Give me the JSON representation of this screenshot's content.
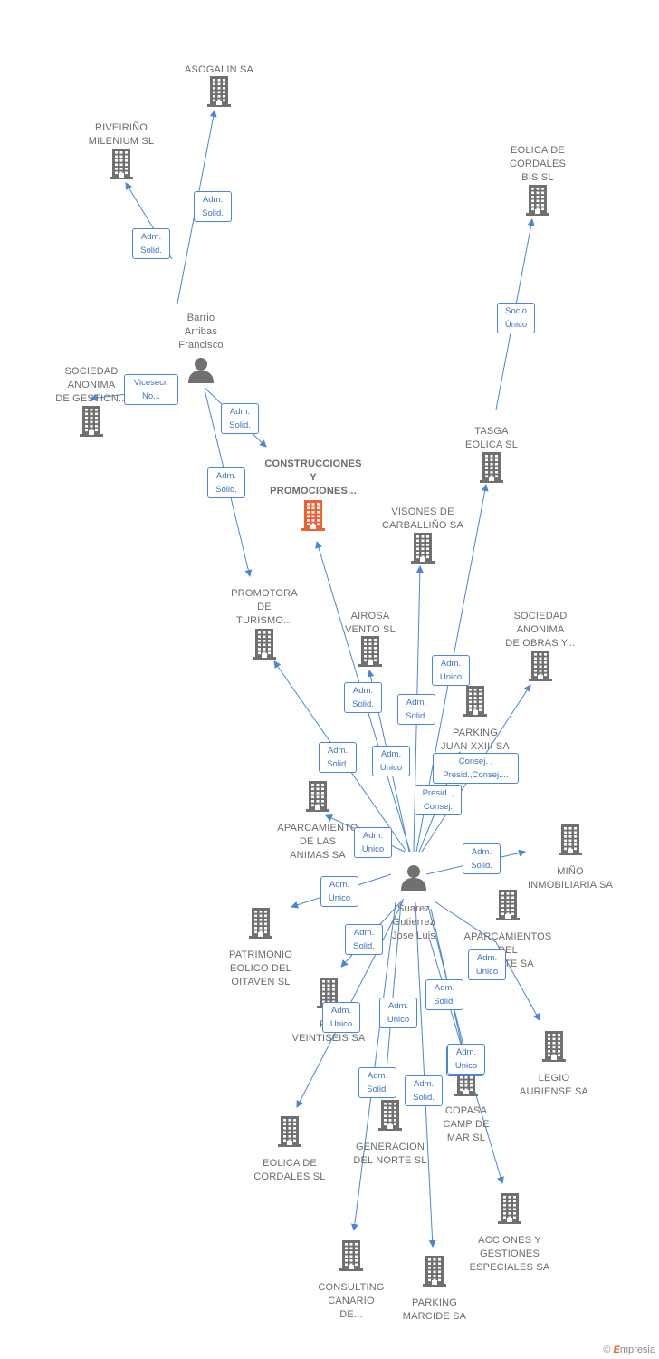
{
  "colors": {
    "edge": "#4a86d6",
    "node_icon": "#707070",
    "focus_icon": "#f06030",
    "label_text": "#6b6b6b"
  },
  "nodes": [
    {
      "id": "asogalin",
      "type": "company",
      "label": "ASOGALIN SA"
    },
    {
      "id": "riveirino",
      "type": "company",
      "label": "RIVEIRIÑO\nMILENIUM SL"
    },
    {
      "id": "eolica_bis",
      "type": "company",
      "label": "EOLICA DE\nCORDALES\nBIS SL"
    },
    {
      "id": "barrio",
      "type": "person",
      "label": "Barrio\nArribas\nFrancisco"
    },
    {
      "id": "sociedad_gestion",
      "type": "company",
      "label": "SOCIEDAD\nANONIMA\nDE GESTION..."
    },
    {
      "id": "construcciones",
      "type": "focus",
      "label": "CONSTRUCCIONES\nY\nPROMOCIONES..."
    },
    {
      "id": "tasga",
      "type": "company",
      "label": "TASGA\nEOLICA  SL"
    },
    {
      "id": "visones",
      "type": "company",
      "label": "VISONES DE\nCARBALLIÑO SA"
    },
    {
      "id": "promotora",
      "type": "company",
      "label": "PROMOTORA\nDE\nTURISMO..."
    },
    {
      "id": "airosa",
      "type": "company",
      "label": "AIROSA\nVENTO SL"
    },
    {
      "id": "sociedad_obras",
      "type": "company",
      "label": "SOCIEDAD\nANONIMA\nDE OBRAS Y..."
    },
    {
      "id": "parking_juan",
      "type": "company",
      "label": "PARKING\nJUAN XXIII SA"
    },
    {
      "id": "aparcamiento_animas",
      "type": "company",
      "label": "APARCAMIENTO\nDE LAS\nANIMAS SA"
    },
    {
      "id": "mino",
      "type": "company",
      "label": "MIÑO\nINMOBILIARIA SA"
    },
    {
      "id": "suarez",
      "type": "person",
      "label": "Suarez\nGutierrez\nJose Luis"
    },
    {
      "id": "patrimonio",
      "type": "company",
      "label": "PATRIMONIO\nEOLICO DEL\nOITAVEN SL"
    },
    {
      "id": "aparcamientos_norte",
      "type": "company",
      "label": "APARCAMIENTOS\nDEL\nNORTE SA"
    },
    {
      "id": "fi_veintiseis",
      "type": "company",
      "label": "FI...\nVEINTISEIS SA"
    },
    {
      "id": "legio",
      "type": "company",
      "label": "LEGIO\nAURIENSE SA"
    },
    {
      "id": "copasa",
      "type": "company",
      "label": "COPASA\nCAMP DE\nMAR SL"
    },
    {
      "id": "eolica_cordales",
      "type": "company",
      "label": "EOLICA DE\nCORDALES SL"
    },
    {
      "id": "generacion",
      "type": "company",
      "label": "GENERACION\nDEL NORTE SL"
    },
    {
      "id": "acciones",
      "type": "company",
      "label": "ACCIONES Y\nGESTIONES\nESPECIALES SA"
    },
    {
      "id": "consulting",
      "type": "company",
      "label": "CONSULTING\nCANARIO\nDE..."
    },
    {
      "id": "parking_marcide",
      "type": "company",
      "label": "PARKING\nMARCIDE SA"
    }
  ],
  "edges": [
    {
      "from": "barrio",
      "to": "asogalin",
      "label": "Adm.\nSolid."
    },
    {
      "from": "barrio",
      "to": "riveirino",
      "label": "Adm.\nSolid."
    },
    {
      "from": "barrio",
      "to": "sociedad_gestion",
      "label": "Vicesecr.\nNo..."
    },
    {
      "from": "barrio",
      "to": "construcciones",
      "label": "Adm.\nSolid."
    },
    {
      "from": "barrio",
      "to": "promotora",
      "label": "Adm.\nSolid."
    },
    {
      "from": "tasga",
      "to": "eolica_bis",
      "label": "Socio\nÚnico"
    },
    {
      "from": "suarez",
      "to": "tasga",
      "label": "Adm.\nUnico"
    },
    {
      "from": "suarez",
      "to": "construcciones",
      "label": "Adm.\nSolid."
    },
    {
      "from": "suarez",
      "to": "visones",
      "label": "Adm.\nSolid."
    },
    {
      "from": "suarez",
      "to": "promotora",
      "label": "Adm.\nSolid."
    },
    {
      "from": "suarez",
      "to": "airosa",
      "label": "Adm.\nUnico"
    },
    {
      "from": "suarez",
      "to": "sociedad_obras",
      "label": "Consej. ,\nPresid.,Consej...."
    },
    {
      "from": "suarez",
      "to": "parking_juan",
      "label": "Presid. ,\nConsej."
    },
    {
      "from": "suarez",
      "to": "aparcamiento_animas",
      "label": "Adm.\nUnico"
    },
    {
      "from": "suarez",
      "to": "mino",
      "label": "Adm.\nSolid."
    },
    {
      "from": "suarez",
      "to": "aparcamientos_norte",
      "label": "Adm.\nUnico"
    },
    {
      "from": "suarez",
      "to": "patrimonio",
      "label": "Adm.\nUnico"
    },
    {
      "from": "suarez",
      "to": "fi_veintiseis",
      "label": "Adm.\nSolid."
    },
    {
      "from": "suarez",
      "to": "legio",
      "label": "Adm.\nUnico"
    },
    {
      "from": "suarez",
      "to": "eolica_cordales",
      "label": "Adm.\nUnico"
    },
    {
      "from": "suarez",
      "to": "generacion",
      "label": "Adm.\nUnico"
    },
    {
      "from": "suarez",
      "to": "copasa",
      "label": "Adm.\nSolid."
    },
    {
      "from": "suarez",
      "to": "acciones",
      "label": "Adm.\nUnico"
    },
    {
      "from": "suarez",
      "to": "consulting",
      "label": "Adm.\nSolid."
    },
    {
      "from": "suarez",
      "to": "parking_marcide",
      "label": "Adm.\nSolid."
    }
  ],
  "brand": {
    "copyright": "©",
    "name_initial": "E",
    "name_rest": "mpresia"
  }
}
